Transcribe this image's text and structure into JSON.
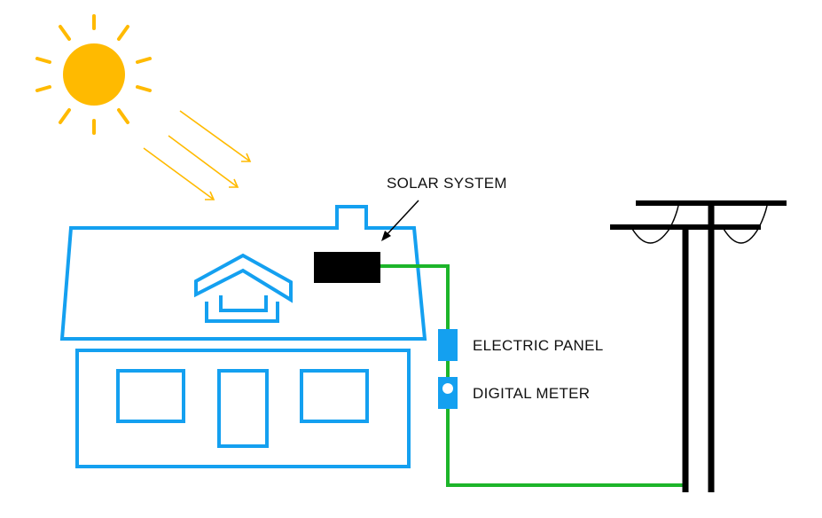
{
  "labels": {
    "solar_system": "SOLAR SYSTEM",
    "electric_panel": "ELECTRIC PANEL",
    "digital_meter": "DIGITAL METER"
  },
  "colors": {
    "house": "#14a0f0",
    "wire": "#1db52a",
    "sun": "#ffba00",
    "pole": "#000000",
    "solar_panel": "#000000"
  },
  "icons": [
    "sun-icon",
    "house-icon",
    "utility-pole-icon",
    "solar-panel-icon",
    "electric-panel-icon",
    "digital-meter-icon"
  ]
}
